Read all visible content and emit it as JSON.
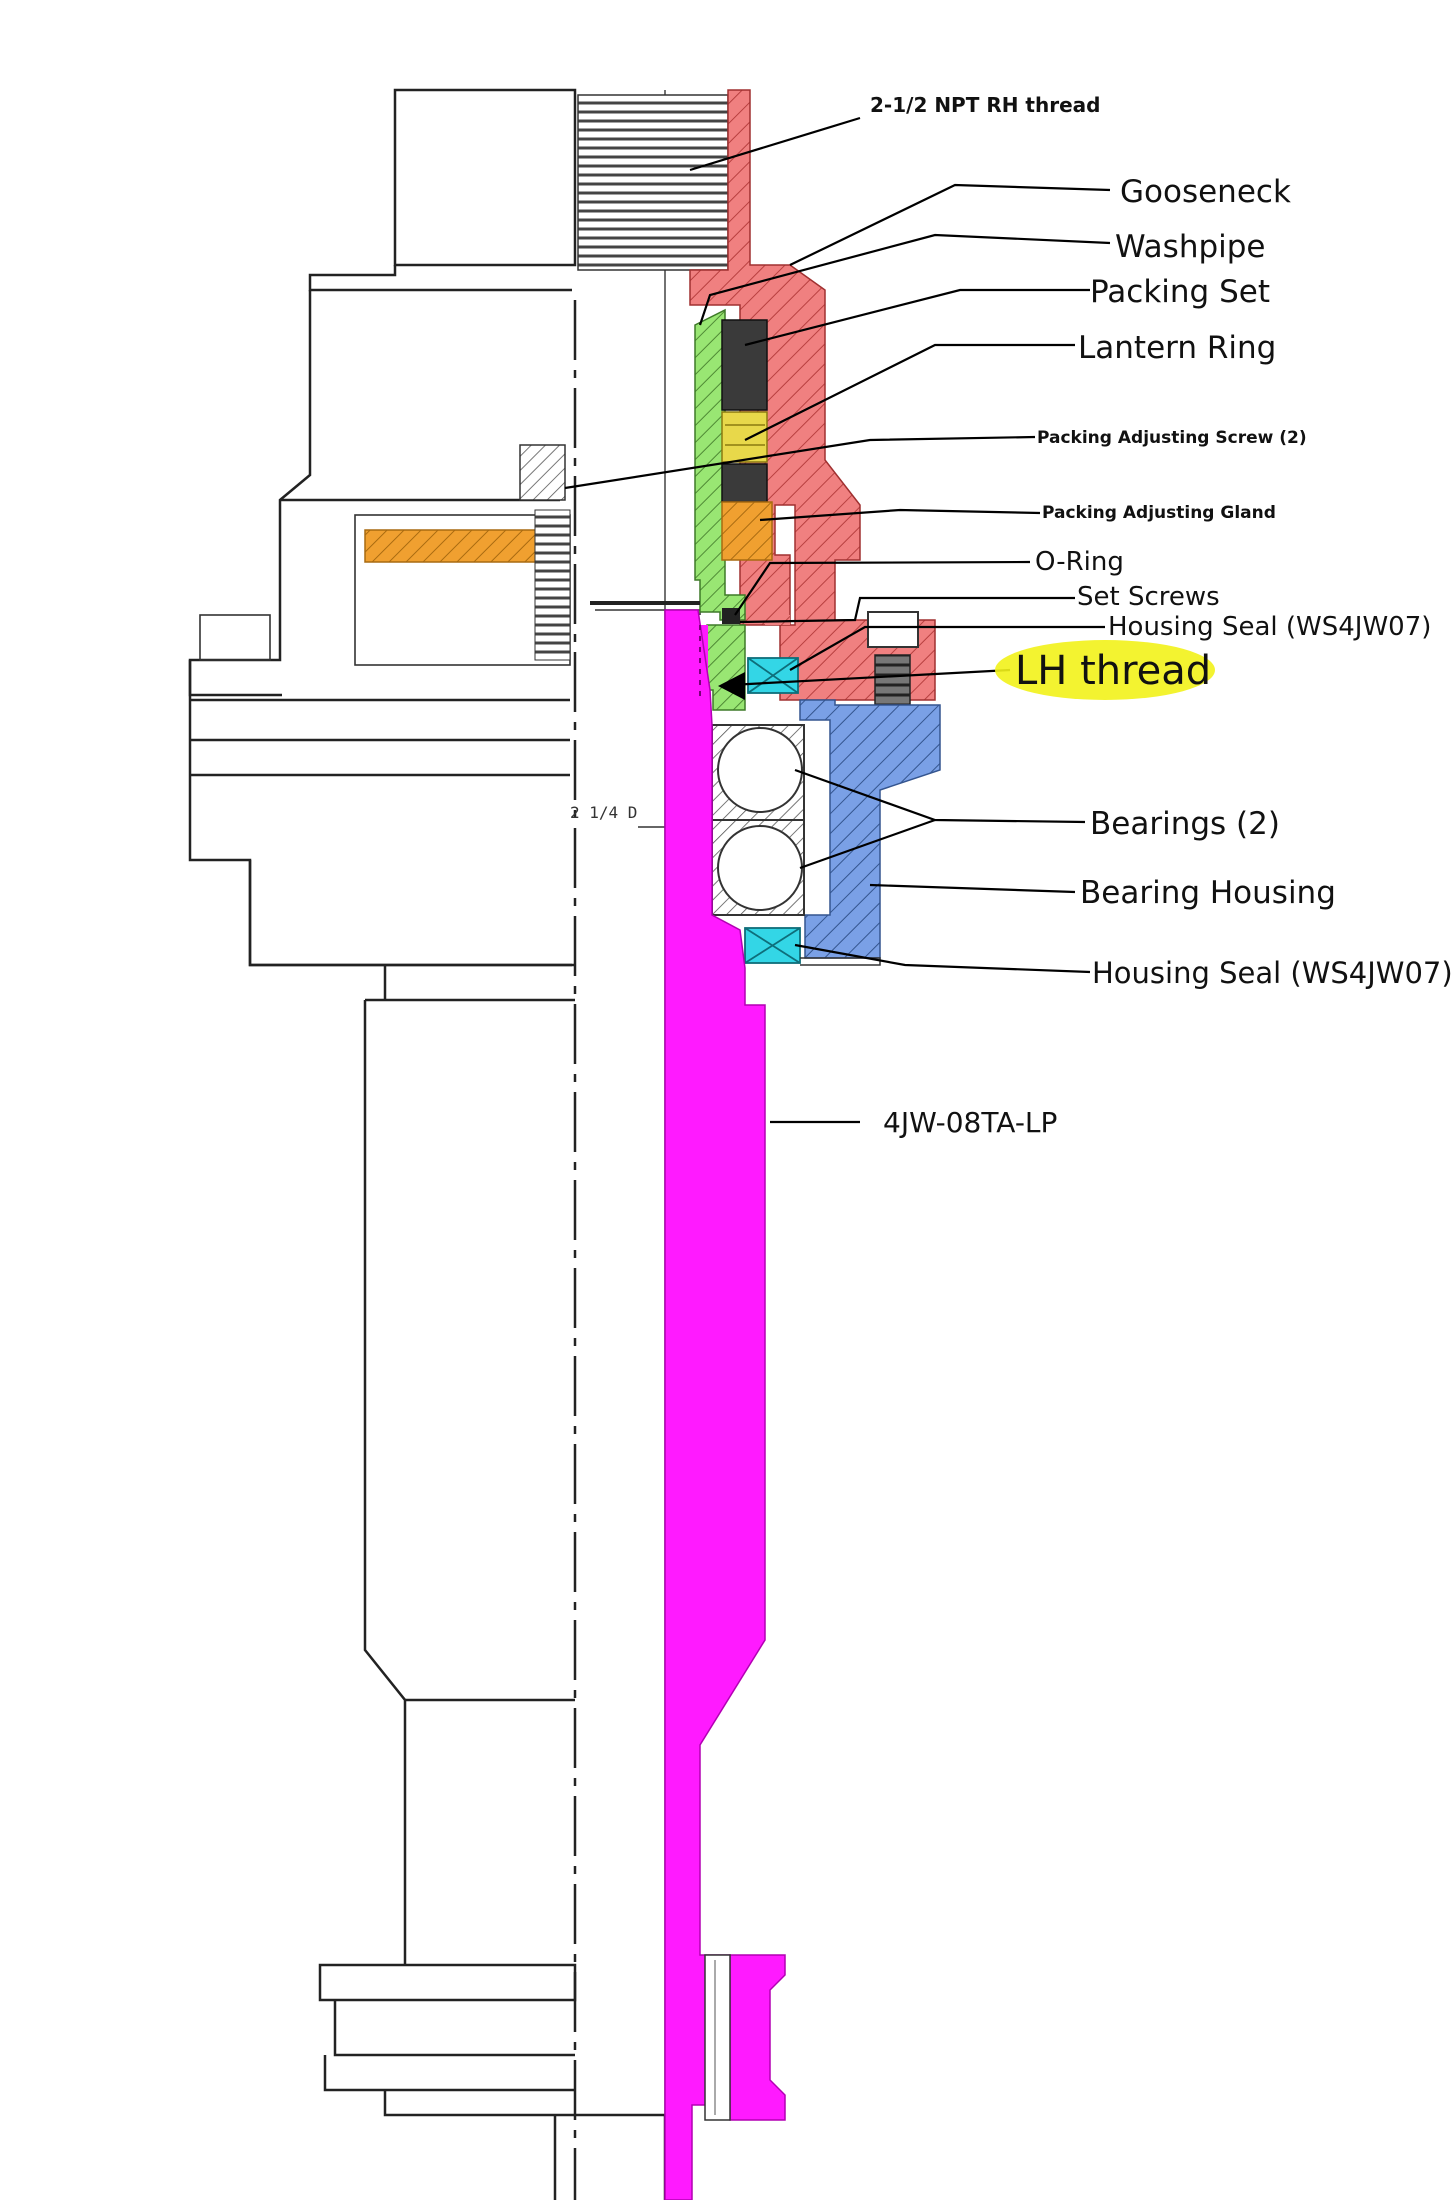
{
  "labels": {
    "npt_thread": "2-1/2 NPT RH thread",
    "gooseneck": "Gooseneck",
    "washpipe": "Washpipe",
    "packing_set": "Packing Set",
    "lantern_ring": "Lantern Ring",
    "packing_adjusting_screw": "Packing Adjusting Screw (2)",
    "packing_adjusting_gland": "Packing Adjusting Gland",
    "o_ring": "O-Ring",
    "set_screws": "Set Screws",
    "housing_seal_upper": "Housing Seal (WS4JW07)",
    "lh_thread": "LH thread",
    "bearings": "Bearings (2)",
    "bearing_housing": "Bearing Housing",
    "housing_seal_lower": "Housing Seal (WS4JW07)",
    "part_number": "4JW-08TA-LP",
    "dimension": "2 1/4  D"
  },
  "colors": {
    "gooseneck": "#f08080",
    "washpipe": "#99e673",
    "packing": "#3a3a3a",
    "lantern_ring": "#e8d84a",
    "gland": "#f0a030",
    "housing_seal": "#33d6e6",
    "bearing_housing": "#7aa0e6",
    "stem": "#ff1aff",
    "highlight": "#f2f21a"
  }
}
